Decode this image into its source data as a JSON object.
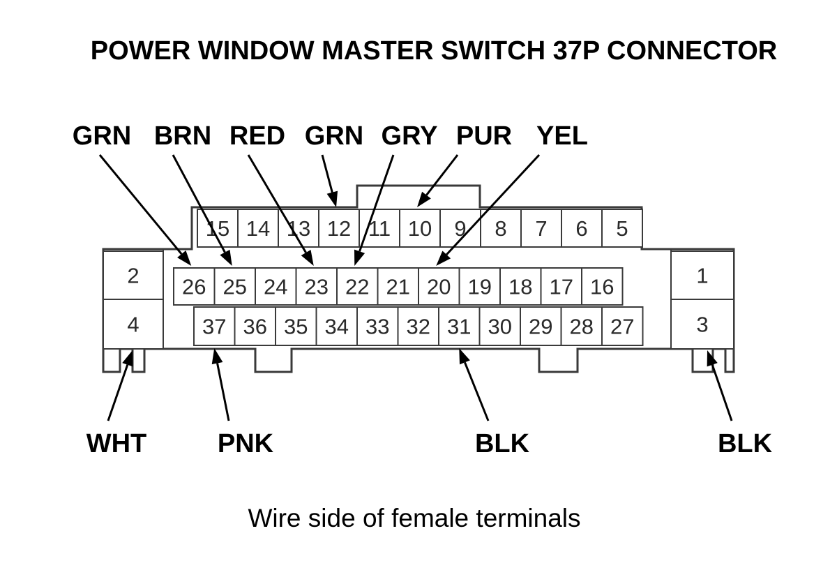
{
  "title": "POWER WINDOW MASTER SWITCH 37P CONNECTOR",
  "caption": "Wire side of female terminals",
  "pins": {
    "top_row": [
      "15",
      "14",
      "13",
      "12",
      "11",
      "10",
      "9",
      "8",
      "7",
      "6",
      "5"
    ],
    "middle_row": [
      "26",
      "25",
      "24",
      "23",
      "22",
      "21",
      "20",
      "19",
      "18",
      "17",
      "16"
    ],
    "bottom_row": [
      "37",
      "36",
      "35",
      "34",
      "33",
      "32",
      "31",
      "30",
      "29",
      "28",
      "27"
    ],
    "left_block": [
      "2",
      "4"
    ],
    "right_block": [
      "1",
      "3"
    ]
  },
  "wires": [
    {
      "label": "GRN",
      "pin": "26"
    },
    {
      "label": "BRN",
      "pin": "25"
    },
    {
      "label": "RED",
      "pin": "23"
    },
    {
      "label": "GRN",
      "pin": "12"
    },
    {
      "label": "GRY",
      "pin": "22"
    },
    {
      "label": "PUR",
      "pin": "10"
    },
    {
      "label": "YEL",
      "pin": "20"
    },
    {
      "label": "WHT",
      "pin": "4"
    },
    {
      "label": "PNK",
      "pin": "37"
    },
    {
      "label": "BLK",
      "pin": "31"
    },
    {
      "label": "BLK",
      "pin": "3"
    }
  ]
}
